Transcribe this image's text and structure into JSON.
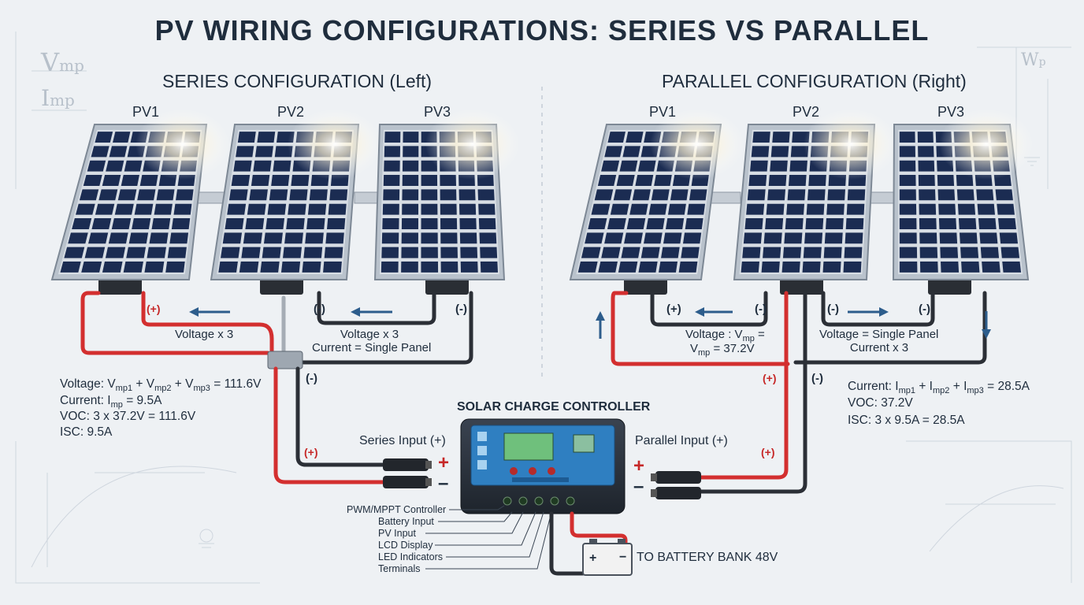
{
  "title": "PV WIRING CONFIGURATIONS: SERIES VS PARALLEL",
  "series": {
    "heading": "SERIES CONFIGURATION (Left)",
    "panels": [
      "PV1",
      "PV2",
      "PV3"
    ],
    "note_a": "Voltage x 3",
    "note_b1": "Voltage x 3",
    "note_b2": "Current = Single Panel",
    "pos_mark": "(+)",
    "neg_mark": "(-)",
    "specs": {
      "voltage_prefix": "Voltage: V",
      "voltage_sub1": "mp1",
      "voltage_sub2": "mp2",
      "voltage_sub3": "mp3",
      "voltage_value": " = 111.6V",
      "current_prefix": "Current: I",
      "current_sub": "mp",
      "current_value": " = 9.5A",
      "voc": "VOC: 3 x 37.2V = 111.6V",
      "isc": "ISC: 9.5A"
    }
  },
  "parallel": {
    "heading": "PARALLEL CONFIGURATION (Right)",
    "panels": [
      "PV1",
      "PV2",
      "PV3"
    ],
    "note_a1_prefix": "Voltage : V",
    "note_a1_sub": "mp",
    "note_a1_suffix": " =",
    "note_a2_prefix": "V",
    "note_a2_sub": "mp",
    "note_a2_suffix": " = 37.2V",
    "note_b1": "Voltage = Single Panel",
    "note_b2": "Current x 3",
    "pos_mark": "(+)",
    "neg_mark": "(-)",
    "specs": {
      "current_prefix": "Current: I",
      "current_sub1": "mp1",
      "current_sub2": "mp2",
      "current_sub3": "mp3",
      "current_value": " = 28.5A",
      "voc": "VOC: 37.2V",
      "isc": "ISC: 3 x 9.5A = 28.5A"
    }
  },
  "controller": {
    "title": "SOLAR CHARGE CONTROLLER",
    "series_input": "Series Input (+)",
    "parallel_input": "Parallel Input (+)",
    "plus": "+",
    "minus": "–",
    "legend": [
      "PWM/MPPT Controller",
      "Battery Input",
      "PV Input",
      "LCD Display",
      "LED Indicators",
      "Terminals"
    ],
    "battery_label": "TO BATTERY BANK 48V"
  },
  "decor": {
    "vmp": "V",
    "vmp_sub": "mp",
    "imp": "I",
    "imp_sub": "mp",
    "wp": "W",
    "wp_sub": "p"
  },
  "colors": {
    "positive_wire": "#d32f2f",
    "negative_wire": "#2b2f36",
    "panel_cell": "#1b2c52",
    "controller_face": "#2f7fc1",
    "frame": "#b9c2cc"
  }
}
